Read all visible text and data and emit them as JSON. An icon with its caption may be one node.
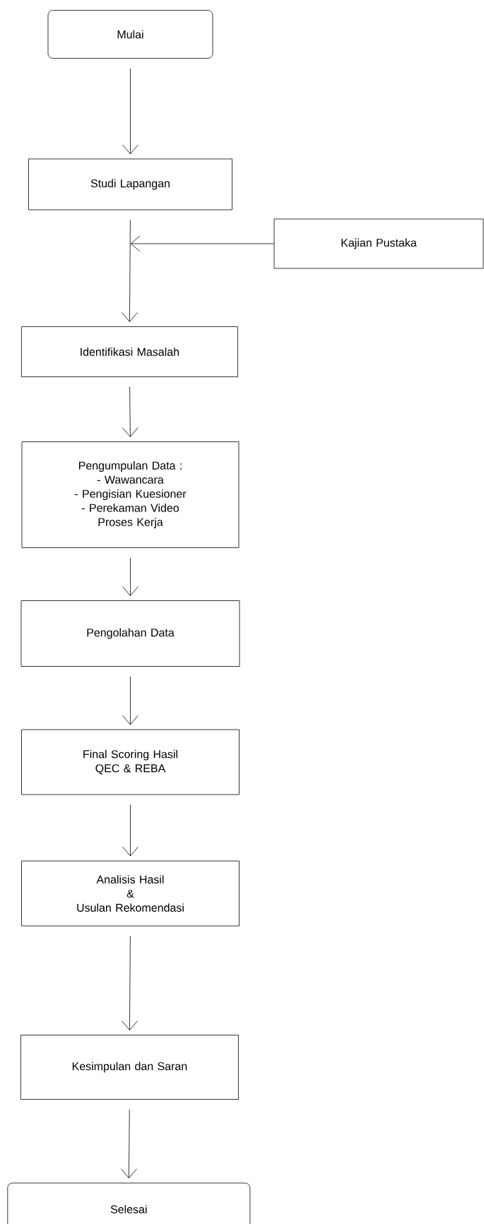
{
  "diagram": {
    "nodes": [
      {
        "text": [
          "Mulai"
        ]
      },
      {
        "text": [
          "Studi Lapangan"
        ]
      },
      {
        "text": [
          "Kajian Pustaka"
        ]
      },
      {
        "text": [
          "Identifikasi Masalah"
        ]
      },
      {
        "text": [
          "Pengumpulan Data :",
          "- Wawancara",
          "- Pengisian Kuesioner",
          "- Perekaman Video Proses Kerja"
        ]
      },
      {
        "text": [
          "Pengolahan Data"
        ]
      },
      {
        "text": [
          "Final Scoring Hasil QEC & REBA"
        ]
      },
      {
        "text": [
          "Analisis Hasil",
          "&",
          "Usulan Rekomendasi"
        ]
      },
      {
        "text": [
          "Kesimpulan dan Saran"
        ]
      },
      {
        "text": [
          "Selesai"
        ]
      }
    ],
    "edges": [
      {
        "from": 0,
        "to": 1,
        "arrow": "to"
      },
      {
        "from": 1,
        "to": 3,
        "arrow": "to"
      },
      {
        "from": 2,
        "to": null,
        "arrow": "to"
      },
      {
        "from": 3,
        "to": 4,
        "arrow": "to"
      },
      {
        "from": 4,
        "to": 5,
        "arrow": "to"
      },
      {
        "from": 5,
        "to": 6,
        "arrow": "to"
      },
      {
        "from": 6,
        "to": 7,
        "arrow": "to"
      },
      {
        "from": 7,
        "to": 8,
        "arrow": "to"
      },
      {
        "from": 8,
        "to": 9,
        "arrow": "to"
      }
    ]
  }
}
